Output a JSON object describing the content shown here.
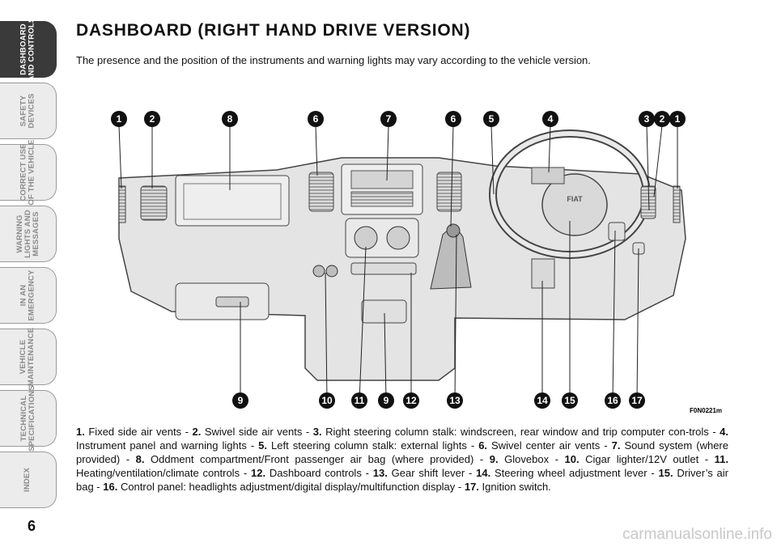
{
  "sidebar": {
    "tabs": [
      {
        "label": "DASHBOARD\nAND CONTROLS",
        "active": true
      },
      {
        "label": "SAFETY\nDEVICES",
        "active": false
      },
      {
        "label": "CORRECT USE\nOF THE VEHICLE",
        "active": false
      },
      {
        "label": "WARNING\nLIGHTS AND\nMESSAGES",
        "active": false
      },
      {
        "label": "IN AN\nEMERGENCY",
        "active": false
      },
      {
        "label": "VEHICLE\nMAINTENANCE",
        "active": false
      },
      {
        "label": "TECHNICAL\nSPECIFICATIONS",
        "active": false
      },
      {
        "label": "INDEX",
        "active": false
      }
    ]
  },
  "page": {
    "number": "6",
    "title": "DASHBOARD (RIGHT HAND DRIVE VERSION)",
    "subtitle": "The presence and the position of the instruments and warning lights may vary according to the vehicle version."
  },
  "figure": {
    "code": "F0N0221m",
    "top_labels": [
      "1",
      "2",
      "8",
      "6",
      "7",
      "6",
      "5",
      "4",
      "3",
      "2",
      "1"
    ],
    "bottom_labels": [
      "9",
      "10",
      "11",
      "9",
      "12",
      "13",
      "14",
      "15",
      "16",
      "17"
    ],
    "brand_badge": "FIAT"
  },
  "caption": [
    {
      "num": "1.",
      "text": " Fixed side air vents - "
    },
    {
      "num": "2.",
      "text": " Swivel side air vents - "
    },
    {
      "num": "3.",
      "text": " Right steering column stalk: windscreen, rear window and trip computer con-trols - "
    },
    {
      "num": "4.",
      "text": " Instrument panel and warning lights - "
    },
    {
      "num": "5.",
      "text": " Left steering column stalk: external lights - "
    },
    {
      "num": "6.",
      "text": " Swivel center air vents  - "
    },
    {
      "num": "7.",
      "text": " Sound system (where provided) - "
    },
    {
      "num": "8.",
      "text": " Oddment compartment/Front passenger air bag (where provided) - "
    },
    {
      "num": "9.",
      "text": " Glovebox - "
    },
    {
      "num": "10.",
      "text": " Cigar lighter/12V outlet - "
    },
    {
      "num": "11.",
      "text": " Heating/ventilation/climate controls - "
    },
    {
      "num": "12.",
      "text": " Dashboard controls - "
    },
    {
      "num": "13.",
      "text": " Gear shift lever - "
    },
    {
      "num": "14.",
      "text": " Steering wheel adjustment lever - "
    },
    {
      "num": "15.",
      "text": " Driver’s air bag - "
    },
    {
      "num": "16.",
      "text": " Control panel: headlights adjustment/digital display/multifunction display - "
    },
    {
      "num": "17.",
      "text": " Ignition switch."
    }
  ],
  "watermark": "carmanualsonline.info"
}
